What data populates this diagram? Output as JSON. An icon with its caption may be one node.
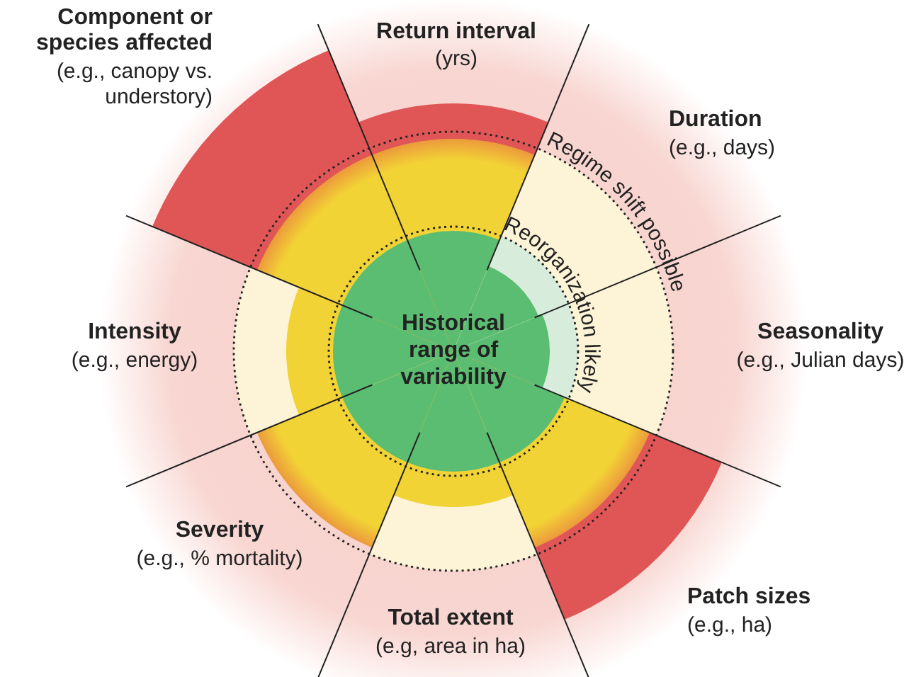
{
  "diagram": {
    "nodes": [
      {
        "text": [
          "Historical range of variability"
        ]
      }
    ],
    "labels": [
      "Component or species affected",
      "(e.g., canopy vs. understory)",
      "Return interval",
      "(yrs)",
      "Duration",
      "(e.g., days)",
      "Regime shift possible",
      "Reorganization likely",
      "Intensity",
      "(e.g., energy)",
      "Seasonality",
      "(e.g., Julian days)",
      "Severity",
      "(e.g., % mortality)",
      "Patch sizes",
      "(e.g., ha)",
      "Total extent",
      "(e.g, area in ha)"
    ]
  }
}
